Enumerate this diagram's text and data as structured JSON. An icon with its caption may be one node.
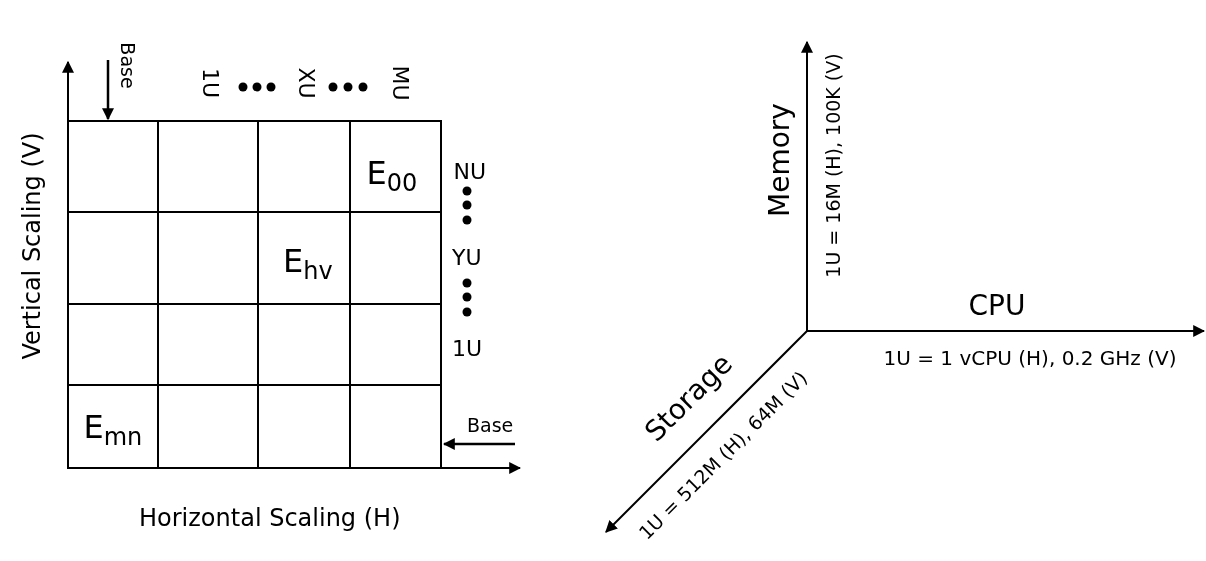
{
  "diagram": {
    "labels": [
      "Base",
      "1U",
      "XU",
      "MU",
      "E$_{00}$",
      "NU",
      "Vertical Scaling (V)",
      "E$_{hv}$",
      "YU",
      "1U",
      "Base",
      "E$_{mn}$",
      "Horizontal Scaling (H)",
      "Memory",
      "1U = 16M (H), 100K (V)",
      "CPU",
      "1U = 1 vCPU (H), 0.2 GHz (V)",
      "Storage",
      "1U = 512M (H), 64M (V)"
    ]
  }
}
